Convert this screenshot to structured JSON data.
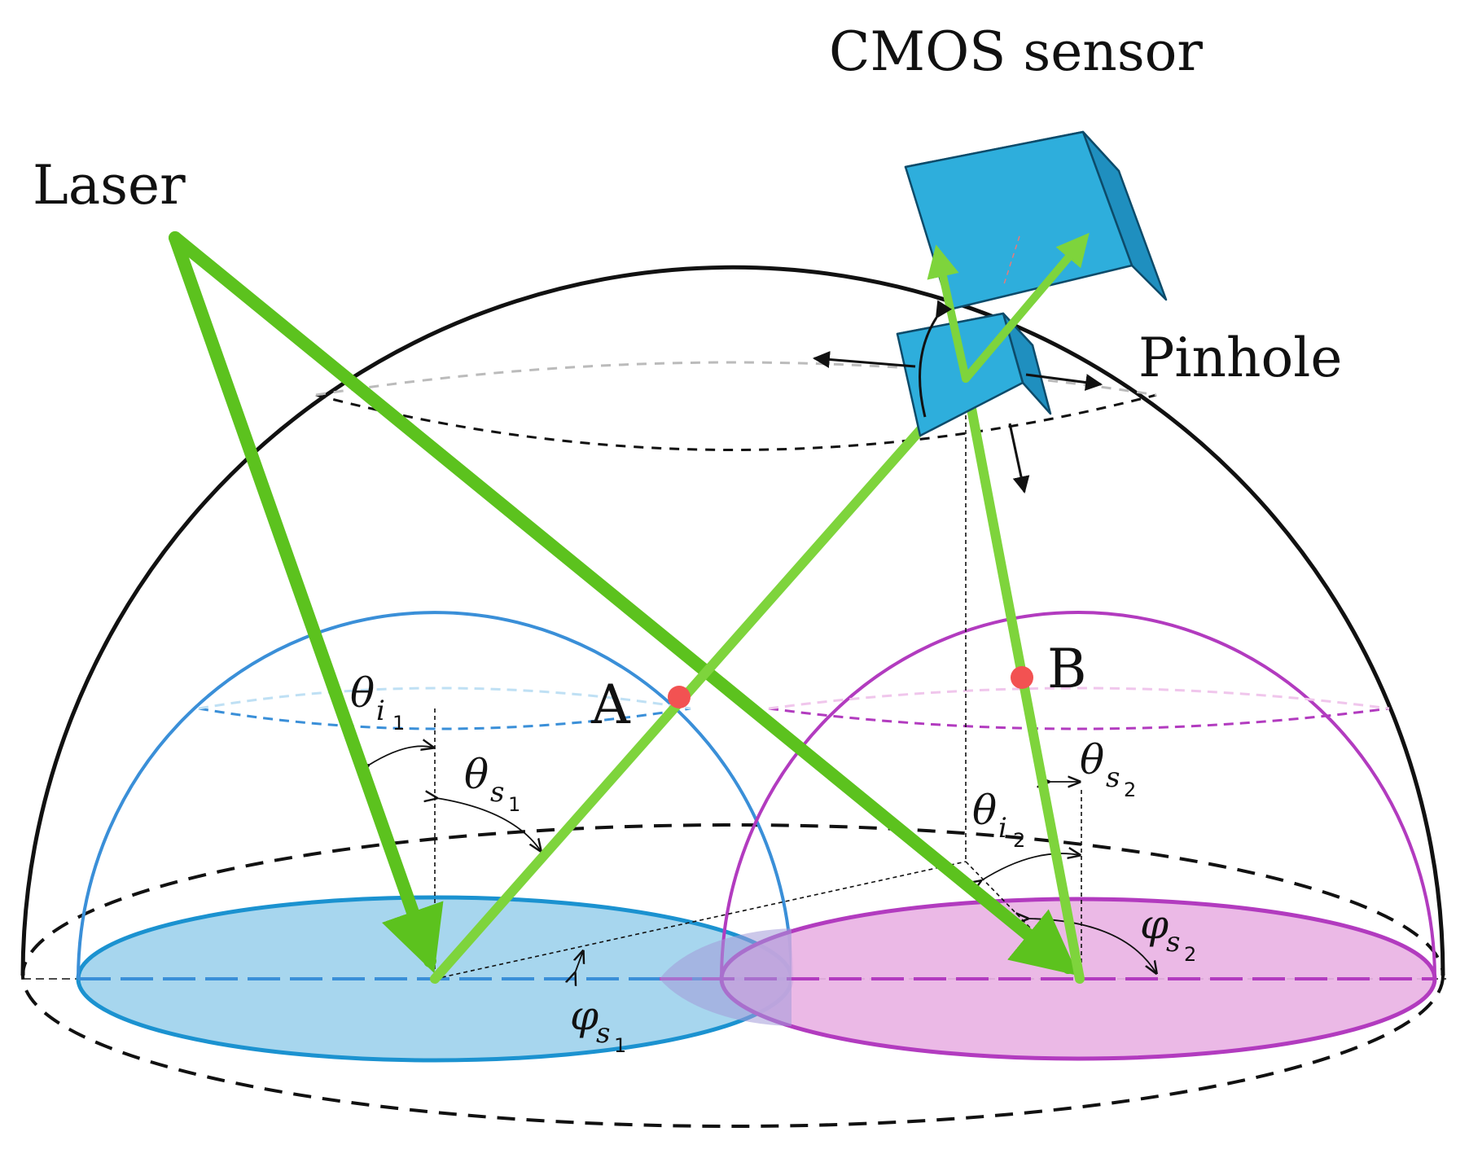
{
  "labels": {
    "cmos_sensor": "CMOS sensor",
    "laser": "Laser",
    "pinhole": "Pinhole",
    "point_a": "A",
    "point_b": "B"
  },
  "angles": {
    "theta_i1": {
      "sym": "θ",
      "sub": "i",
      "subsub": "1"
    },
    "theta_s1": {
      "sym": "θ",
      "sub": "s",
      "subsub": "1"
    },
    "theta_s2": {
      "sym": "θ",
      "sub": "s",
      "subsub": "2"
    },
    "theta_i2": {
      "sym": "θ",
      "sub": "i",
      "subsub": "2"
    },
    "phi_s1": {
      "sym": "φ",
      "sub": "s",
      "subsub": "1"
    },
    "phi_s2": {
      "sym": "φ",
      "sub": "s",
      "subsub": "2"
    }
  },
  "colors": {
    "beam": "#5cc21e",
    "beam_light": "#7ed43c",
    "sensor_front": "#2eaedc",
    "sensor_top": "#5cc4e8",
    "sensor_side": "#1f8fbf",
    "dome": "#111111",
    "blue_hemisphere": "#3a8fd8",
    "blue_fill": "#a7d6ee",
    "magenta_hemisphere": "#b23bbf",
    "magenta_fill": "#e9b3e4",
    "point": "#f25252"
  }
}
